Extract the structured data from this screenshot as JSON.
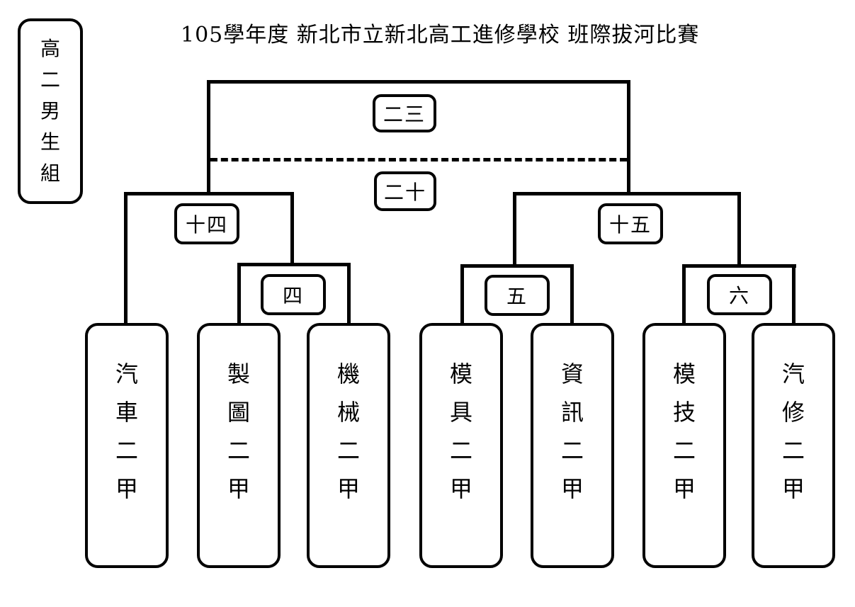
{
  "title": "105學年度 新北市立新北高工進修學校 班際拔河比賽",
  "group": {
    "chars": [
      "高",
      "二",
      "男",
      "生",
      "組"
    ],
    "label": "高二男生組"
  },
  "rounds": {
    "final": "二三",
    "third_place": "二十",
    "semi_left": "十四",
    "semi_right": "十五",
    "q_left": "四",
    "q_mid": "五",
    "q_right": "六"
  },
  "teams": [
    {
      "name": "汽車二甲",
      "chars": [
        "汽",
        "車",
        "二",
        "甲"
      ]
    },
    {
      "name": "製圖二甲",
      "chars": [
        "製",
        "圖",
        "二",
        "甲"
      ]
    },
    {
      "name": "機械二甲",
      "chars": [
        "機",
        "械",
        "二",
        "甲"
      ]
    },
    {
      "name": "模具二甲",
      "chars": [
        "模",
        "具",
        "二",
        "甲"
      ]
    },
    {
      "name": "資訊二甲",
      "chars": [
        "資",
        "訊",
        "二",
        "甲"
      ]
    },
    {
      "name": "模技二甲",
      "chars": [
        "模",
        "技",
        "二",
        "甲"
      ]
    },
    {
      "name": "汽修二甲",
      "chars": [
        "汽",
        "修",
        "二",
        "甲"
      ]
    }
  ],
  "colors": {
    "line": "#000000",
    "background": "#ffffff"
  }
}
